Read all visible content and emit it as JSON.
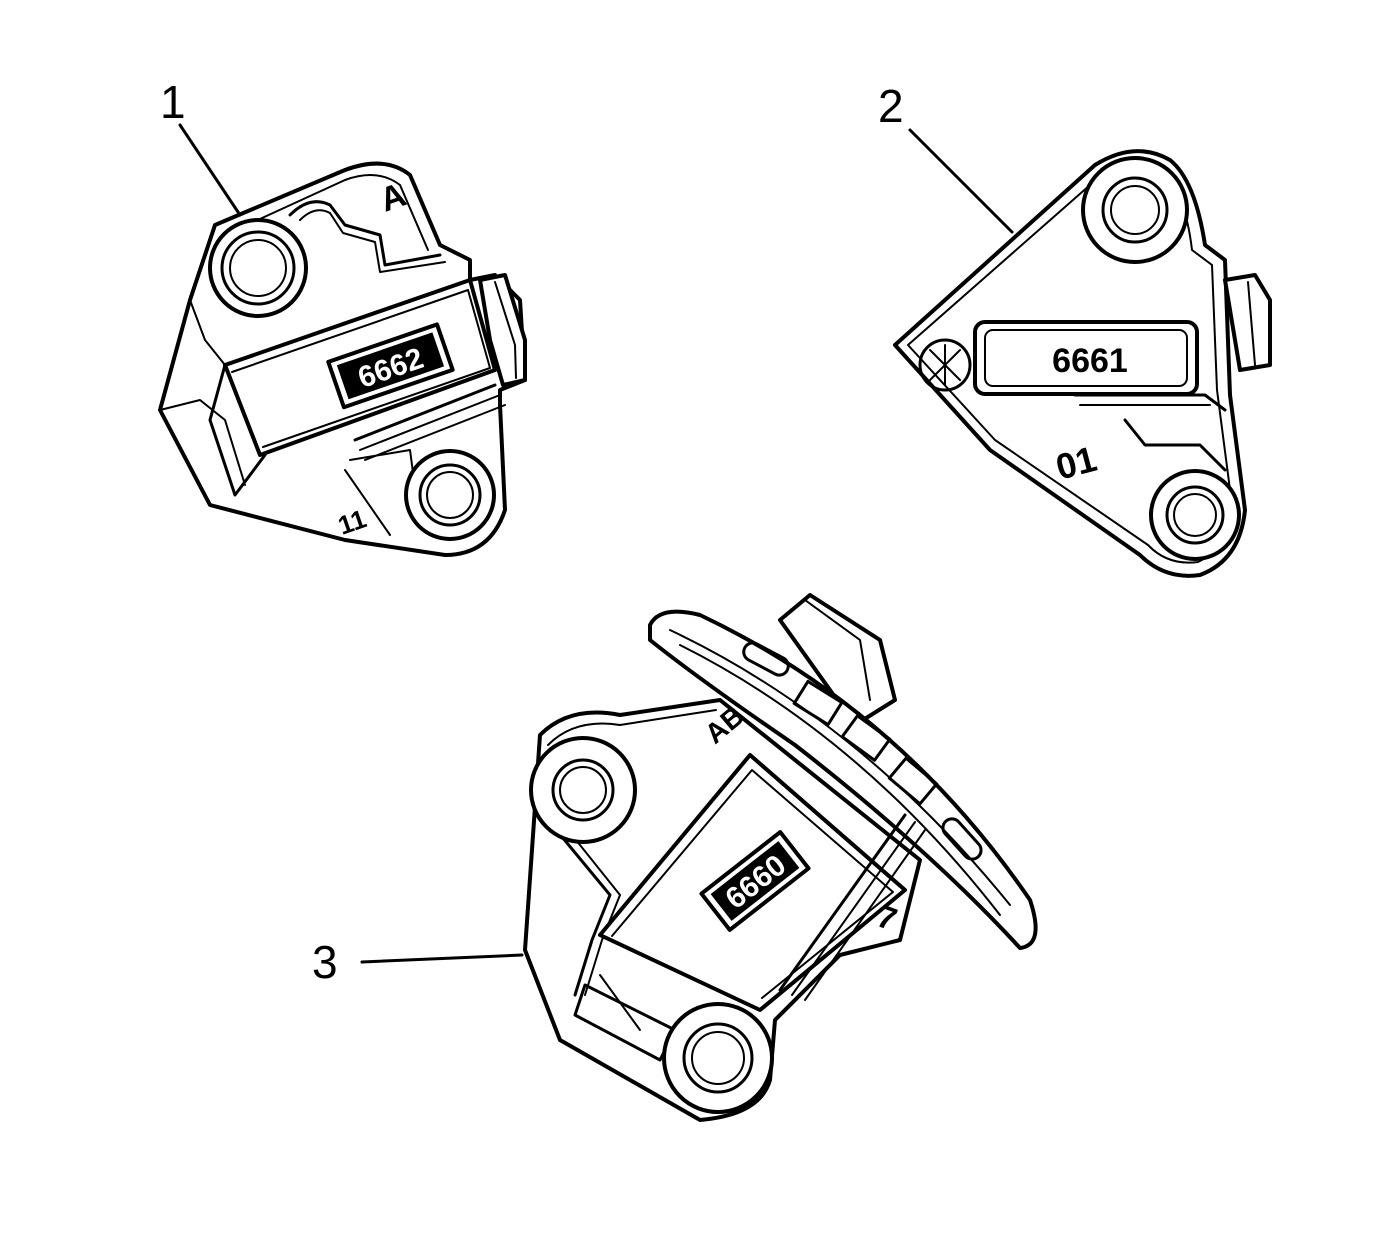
{
  "callouts": [
    {
      "label": "1"
    },
    {
      "label": "2"
    },
    {
      "label": "3"
    }
  ],
  "parts": {
    "part1": {
      "plate": "6662",
      "mark_top": "A",
      "mark_bottom": "11"
    },
    "part2": {
      "plate": "6661",
      "mark_bottom": "01"
    },
    "part3": {
      "plate": "6660",
      "mark_top": "AB",
      "mark_side": "7"
    }
  },
  "colors": {
    "ink": "#000000",
    "paper": "#ffffff"
  }
}
